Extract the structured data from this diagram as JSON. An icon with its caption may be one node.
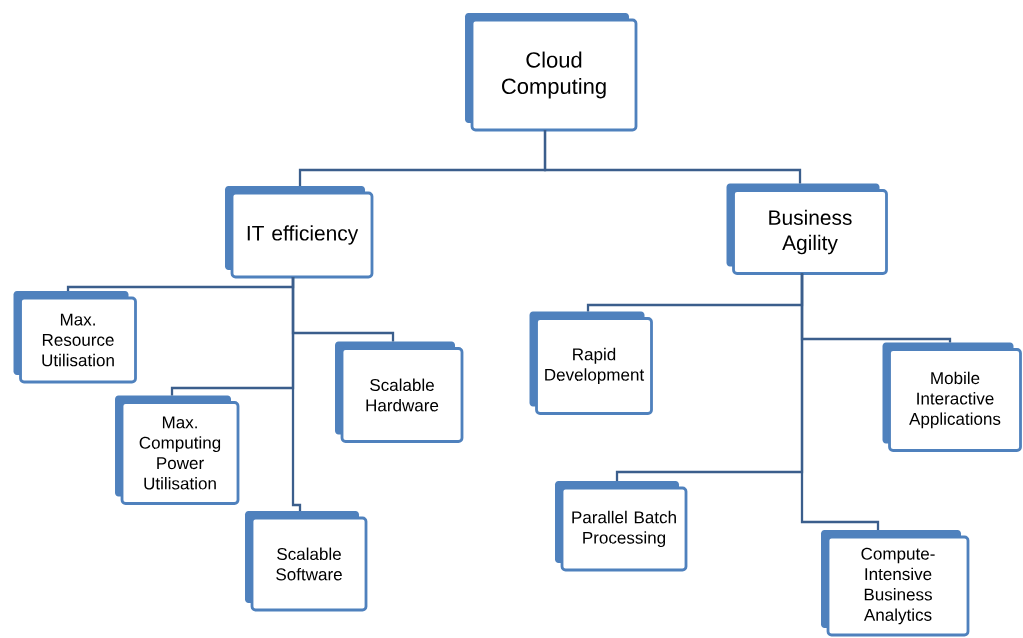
{
  "diagram": {
    "nodes": [
      {
        "text": [
          "Cloud Computing"
        ]
      },
      {
        "text": [
          "IT efficiency"
        ]
      },
      {
        "text": [
          "Business Agility"
        ]
      },
      {
        "text": [
          "Max. Resource Utilisation"
        ]
      },
      {
        "text": [
          "Max. Computing Power Utilisation"
        ]
      },
      {
        "text": [
          "Scalable Hardware"
        ]
      },
      {
        "text": [
          "Scalable Software"
        ]
      },
      {
        "text": [
          "Rapid Development"
        ]
      },
      {
        "text": [
          "Mobile Interactive Applications"
        ]
      },
      {
        "text": [
          "Parallel Batch Processing"
        ]
      },
      {
        "text": [
          "Compute-Intensive Business Analytics"
        ]
      }
    ],
    "edges": [
      {
        "from": 0,
        "to": 1,
        "arrow": "none"
      },
      {
        "from": 0,
        "to": 2,
        "arrow": "none"
      },
      {
        "from": 1,
        "to": 3,
        "arrow": "none"
      },
      {
        "from": 1,
        "to": 5,
        "arrow": "none"
      },
      {
        "from": 1,
        "to": 4,
        "arrow": "none"
      },
      {
        "from": 1,
        "to": 6,
        "arrow": "none"
      },
      {
        "from": 2,
        "to": 7,
        "arrow": "none"
      },
      {
        "from": 2,
        "to": 8,
        "arrow": "none"
      },
      {
        "from": 2,
        "to": 9,
        "arrow": "none"
      },
      {
        "from": 2,
        "to": 10,
        "arrow": "none"
      }
    ]
  }
}
